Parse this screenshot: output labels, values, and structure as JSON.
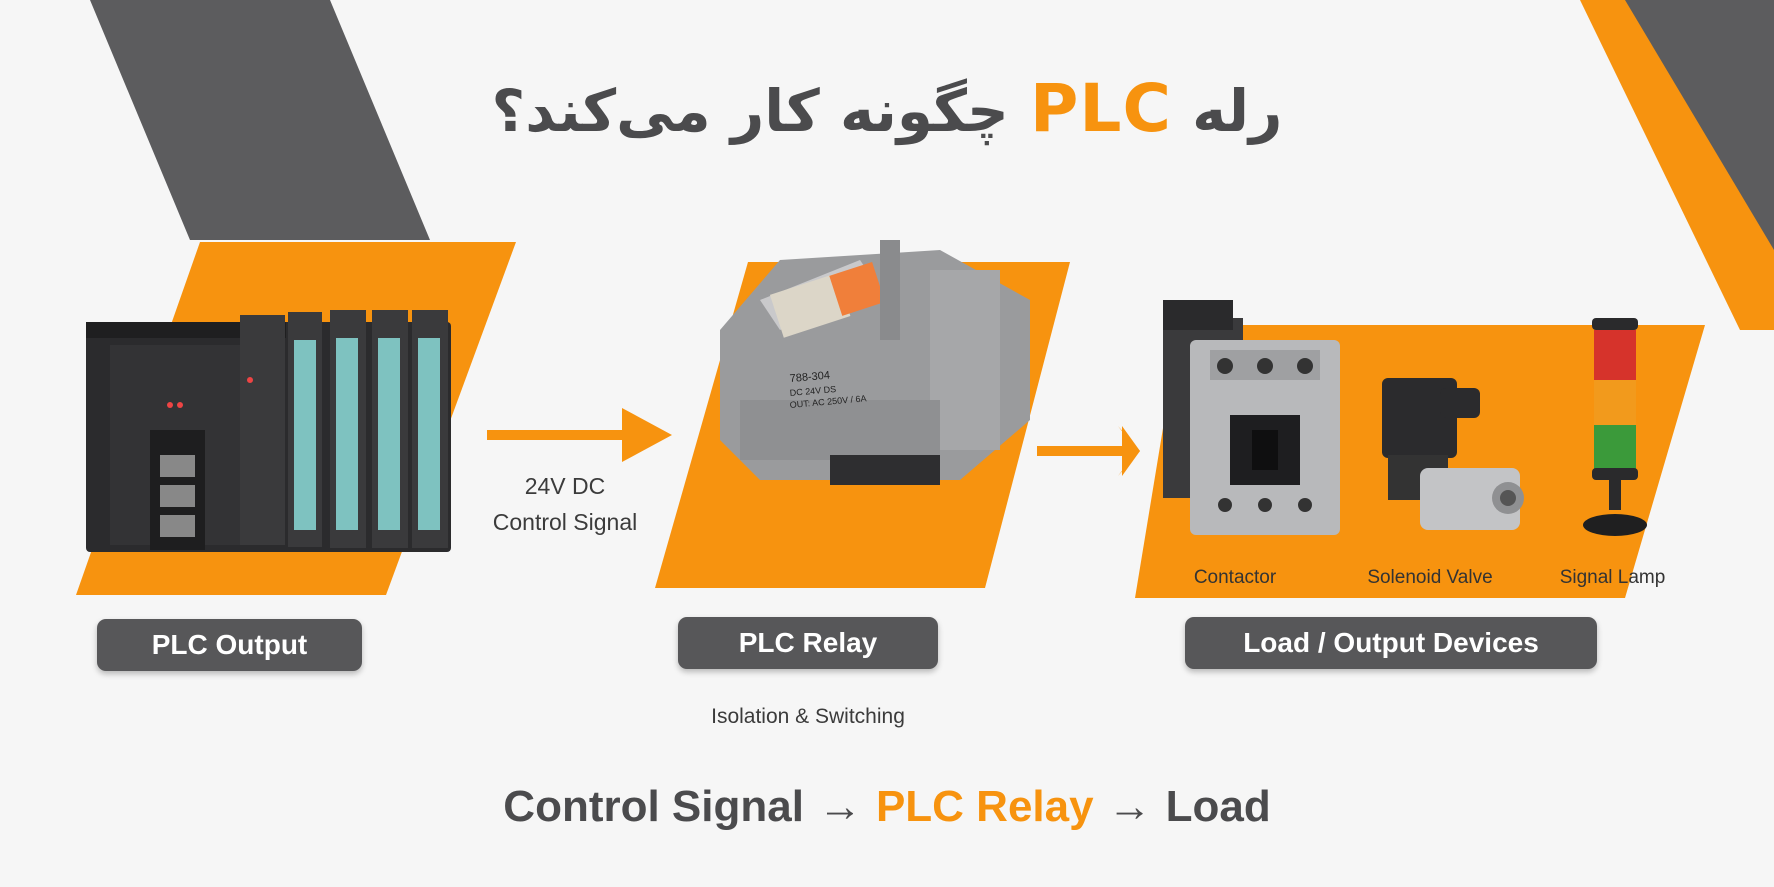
{
  "title": {
    "prefix": "رله",
    "accent": "PLC",
    "suffix": "چگونه کار می‌کند؟"
  },
  "colors": {
    "accent": "#f7930f",
    "dark_gray": "#575759",
    "text_gray": "#4b4b4d"
  },
  "signal_caption": {
    "line1": "24V DC",
    "line2": "Control Signal"
  },
  "stages": {
    "plc_output": "PLC Output",
    "plc_relay": "PLC Relay",
    "load": "Load / Output Devices"
  },
  "relay_caption": "Isolation & Switching",
  "relay_marking": {
    "model": "788-304",
    "coil": "DC 24V DS",
    "out": "OUT: AC 250V / 6A"
  },
  "devices": {
    "contactor": "Contactor",
    "valve": "Solenoid Valve",
    "lamp": "Signal Lamp"
  },
  "flow": {
    "step1": "Control Signal",
    "arrow": "→",
    "step2": "PLC Relay",
    "step3": "Load"
  }
}
